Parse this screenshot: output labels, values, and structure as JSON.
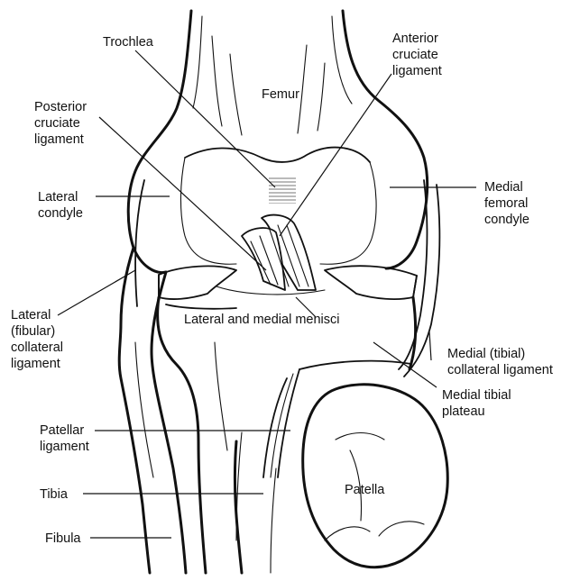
{
  "labels": {
    "trochlea": "Trochlea",
    "acl": "Anterior\ncruciate\nligament",
    "femur": "Femur",
    "pcl": "Posterior\ncruciate\nligament",
    "lateral_condyle": "Lateral\ncondyle",
    "medial_femoral_condyle": "Medial\nfemoral\ncondyle",
    "lateral_collateral": "Lateral\n(fibular)\ncollateral\nligament",
    "menisci": "Lateral and medial menisci",
    "medial_collateral": "Medial (tibial)\ncollateral ligament",
    "medial_tibial_plateau": "Medial tibial\nplateau",
    "patellar_ligament": "Patellar\nligament",
    "tibia": "Tibia",
    "patella": "Patella",
    "fibula": "Fibula"
  }
}
